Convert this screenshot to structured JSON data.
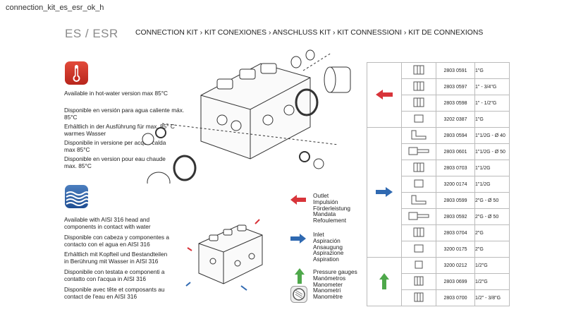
{
  "file_name": "connection_kit_es_esr_ok_h",
  "model": "ES / ESR",
  "heading": "CONNECTION KIT › KIT CONEXIONES › ANSCHLUSS KIT › KIT CONNESSIONI › KIT DE CONNEXIONS",
  "hot_water": {
    "en": "Available in hot-water version max 85°C",
    "es": "Disponible en versión para agua caliente máx. 85°C",
    "de": "Erhältlich in der Ausführung für max. 85° C warmes Wasser",
    "it": "Disponibile in versione per acqua calda max 85°C",
    "fr": "Disponible en version pour eau chaude max. 85°C"
  },
  "aisi": {
    "en": "Available with AISI 316 head and components in contact with water",
    "es": "Disponible con cabeza y componentes a contacto con el agua en AISI 316",
    "de": "Erhältlich mit Kopfteil und Bestandteilen in Berührung mit Wasser in AISI 316",
    "it": "Disponibile con testata e componenti a contatto con l'acqua in AISI 316",
    "fr": "Disponible avec tête et composants au contact de l'eau en AISI 316"
  },
  "legend": {
    "outlet": [
      "Outlet",
      "Impulsión",
      "Förderleistung",
      "Mandata",
      "Refoulement"
    ],
    "inlet": [
      "Inlet",
      "Aspiración",
      "Ansaugung",
      "Aspirazione",
      "Aspiration"
    ],
    "gauges": [
      "Pressure gauges",
      "Manómetros",
      "Manometer",
      "Manometri",
      "Manomètre"
    ]
  },
  "colors": {
    "outlet": "#d8343a",
    "inlet": "#2f69b1",
    "gauges": "#4ea84a"
  },
  "kit_table": [
    {
      "code": "2803 0591",
      "size": "1\"G"
    },
    {
      "code": "2803 0597",
      "size": "1\" - 3/4\"G"
    },
    {
      "code": "2803 0598",
      "size": "1\" - 1/2\"G"
    },
    {
      "code": "3202 0387",
      "size": "1\"G"
    },
    {
      "code": "2803 0594",
      "size": "1\"1/2G - Ø 40"
    },
    {
      "code": "2803 0601",
      "size": "1\"1/2G - Ø 50"
    },
    {
      "code": "2803 0703",
      "size": "1\"1/2G"
    },
    {
      "code": "3200 0174",
      "size": "1\"1/2G"
    },
    {
      "code": "2803 0599",
      "size": "2\"G - Ø 50"
    },
    {
      "code": "2803 0592",
      "size": "2\"G - Ø 50"
    },
    {
      "code": "2803 0704",
      "size": "2\"G"
    },
    {
      "code": "3200 0175",
      "size": "2\"G"
    },
    {
      "code": "3200 0212",
      "size": "1/2\"G"
    },
    {
      "code": "2803 0699",
      "size": "1/2\"G"
    },
    {
      "code": "2803 0700",
      "size": "1/2\" - 3/8\"G"
    }
  ]
}
